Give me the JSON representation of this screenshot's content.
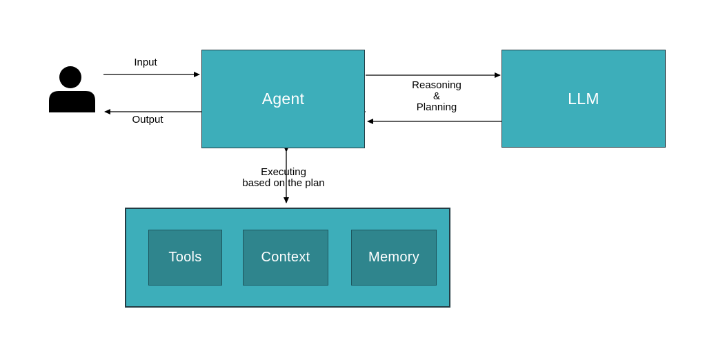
{
  "diagram": {
    "nodes": {
      "agent": {
        "label": "Agent"
      },
      "llm": {
        "label": "LLM"
      },
      "tools": {
        "label": "Tools"
      },
      "context": {
        "label": "Context"
      },
      "memory": {
        "label": "Memory"
      }
    },
    "actors": {
      "user": {
        "icon": "user-icon"
      }
    },
    "edges": {
      "input": {
        "label": "Input",
        "from": "user",
        "to": "agent"
      },
      "output": {
        "label": "Output",
        "from": "agent",
        "to": "user"
      },
      "reasoning_planning": {
        "label_lines": [
          "Reasoning",
          "&",
          "Planning"
        ],
        "between": [
          "agent",
          "llm"
        ],
        "bidirectional_pair": true
      },
      "executing": {
        "label_lines": [
          "Executing",
          "based on the plan"
        ],
        "between": [
          "agent",
          "tools-container"
        ],
        "bidirectional": true
      }
    },
    "colors": {
      "node_fill": "#3DAEBA",
      "node_border": "#233B43",
      "inner_fill": "#2F858D",
      "inner_border": "#1D565E",
      "arrow": "#000000",
      "label_text": "#000000",
      "node_text": "#FFFFFF",
      "background": "#FFFFFF"
    }
  }
}
